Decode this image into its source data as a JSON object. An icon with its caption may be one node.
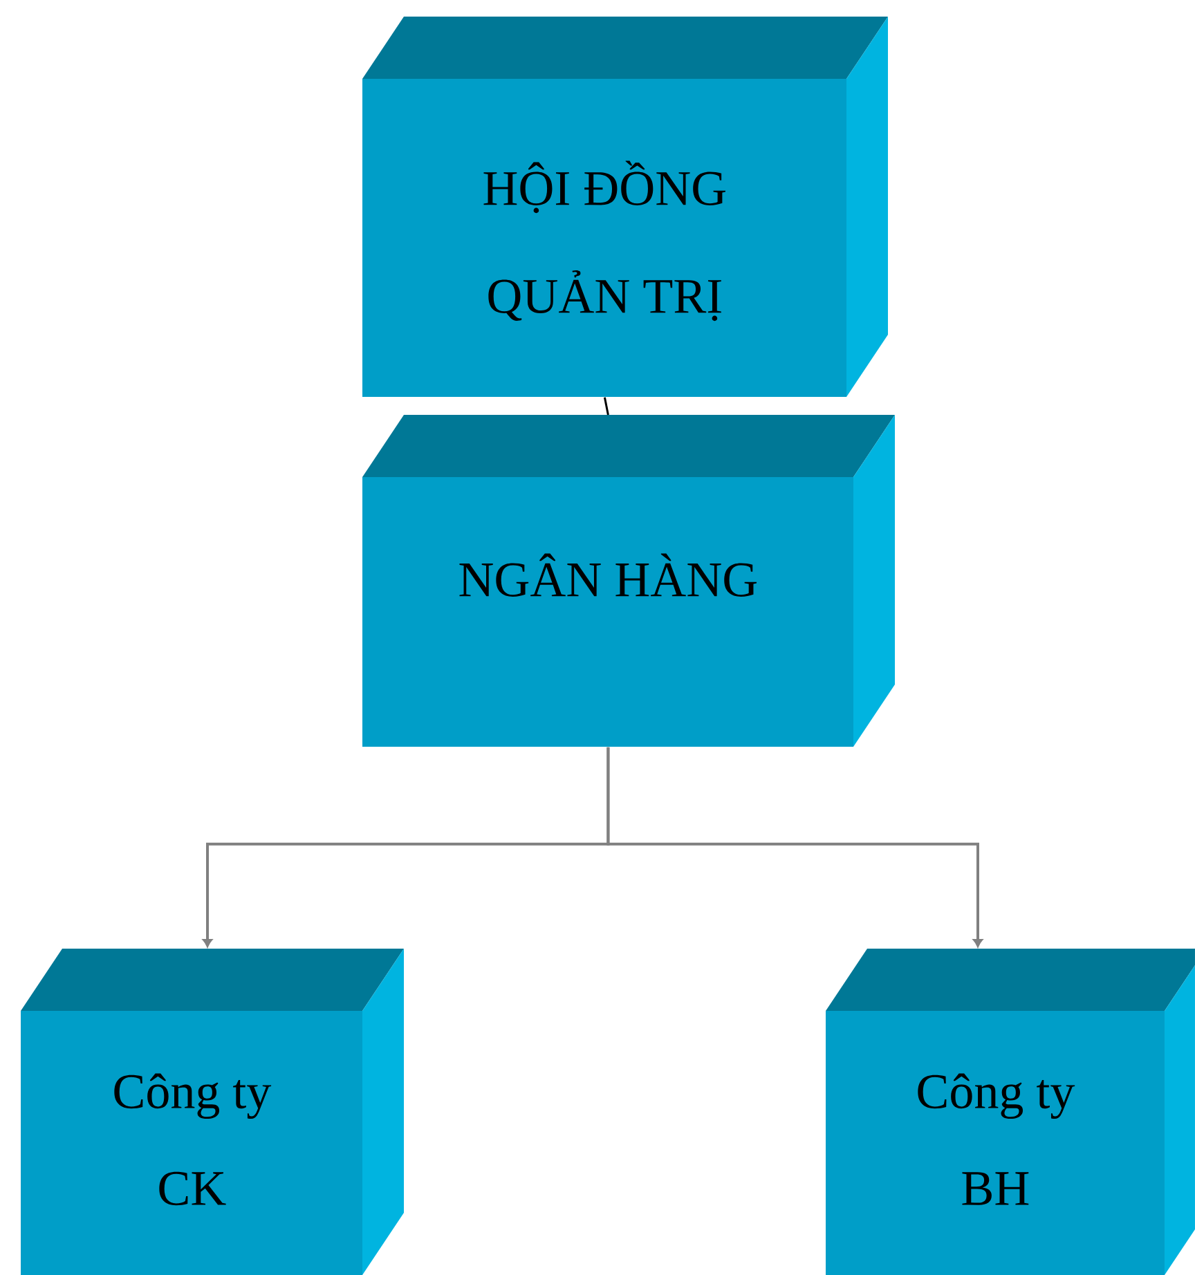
{
  "diagram": {
    "nodes": [
      {
        "text": [
          "HỘI ĐỒNG QUẢN TRỊ"
        ]
      },
      {
        "text": [
          "NGÂN HÀNG"
        ]
      },
      {
        "text": [
          "Công ty CK"
        ]
      },
      {
        "text": [
          "Công ty BH"
        ]
      }
    ],
    "edges": [
      {
        "from": 0,
        "to": 1,
        "arrow": "none",
        "color": "#000000"
      },
      {
        "from": 1,
        "to": 2,
        "arrow": "to"
      },
      {
        "from": 1,
        "to": 3,
        "arrow": "to"
      }
    ]
  }
}
